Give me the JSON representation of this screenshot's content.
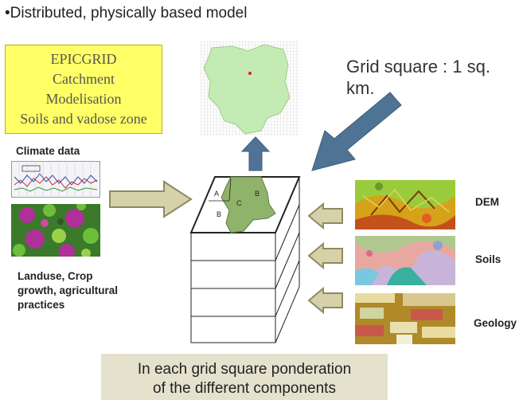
{
  "title": "•Distributed, physically based model",
  "epicgrid_box": {
    "lines": [
      "EPICGRID",
      "Catchment",
      "Modelisation",
      "Soils and vadose zone"
    ]
  },
  "grid_square_label": "Grid square : 1 sq. km.",
  "left_inputs": {
    "climate_label": "Climate data",
    "landuse_label": "Landuse, Crop growth, agricultural practices"
  },
  "right_inputs": {
    "dem_label": "DEM",
    "soils_label": "Soils",
    "geology_label": "Geology"
  },
  "grid_cells": {
    "a": "A",
    "b1": "B",
    "b2": "B",
    "c": "C"
  },
  "caption": [
    "In each grid square ponderation",
    "of the different components"
  ],
  "colors": {
    "epic_bg": "#ffff66",
    "arrow_olive": "#d6d1a8",
    "arrow_blue": "#4e7395",
    "catchment": "#c5ebb4",
    "caption_bg": "#e4e2cd"
  }
}
